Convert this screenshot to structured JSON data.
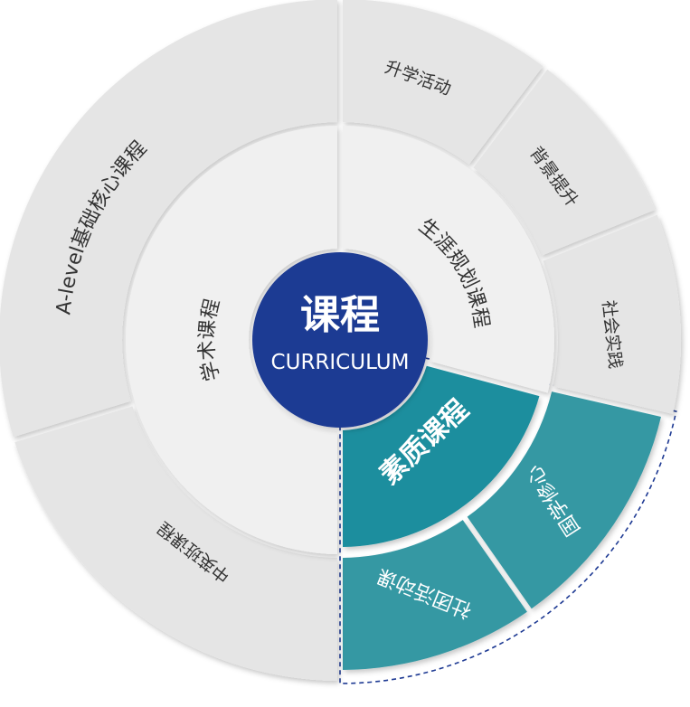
{
  "center": {
    "title": "课程",
    "subtitle": "CURRICULUM",
    "color": "#1e3a93"
  },
  "inner_ring": [
    {
      "id": "academic",
      "label": "学术课程",
      "color": "#f0f0f0"
    },
    {
      "id": "career",
      "label": "生涯规划课程",
      "color": "#f0f0f0"
    },
    {
      "id": "quality",
      "label": "素质课程",
      "color": "#1b8e9e",
      "highlight": true
    }
  ],
  "outer_ring": [
    {
      "id": "alevel",
      "label": "A-level基础核心课程",
      "color": "#e5e5e5"
    },
    {
      "id": "advance",
      "label": "升学活动",
      "color": "#e5e5e5"
    },
    {
      "id": "background",
      "label": "背景提升",
      "color": "#e5e5e5"
    },
    {
      "id": "social",
      "label": "社会实践",
      "color": "#e5e5e5"
    },
    {
      "id": "intl",
      "label": "国学修心",
      "color": "#3598a3",
      "highlight": true
    },
    {
      "id": "club",
      "label": "社团活动课",
      "color": "#3598a3",
      "highlight": true
    },
    {
      "id": "bridge",
      "label": "中英班课程",
      "color": "#e5e5e5"
    }
  ],
  "colors": {
    "dashed_outline": "#1e3a93",
    "gap": "#ffffff"
  }
}
